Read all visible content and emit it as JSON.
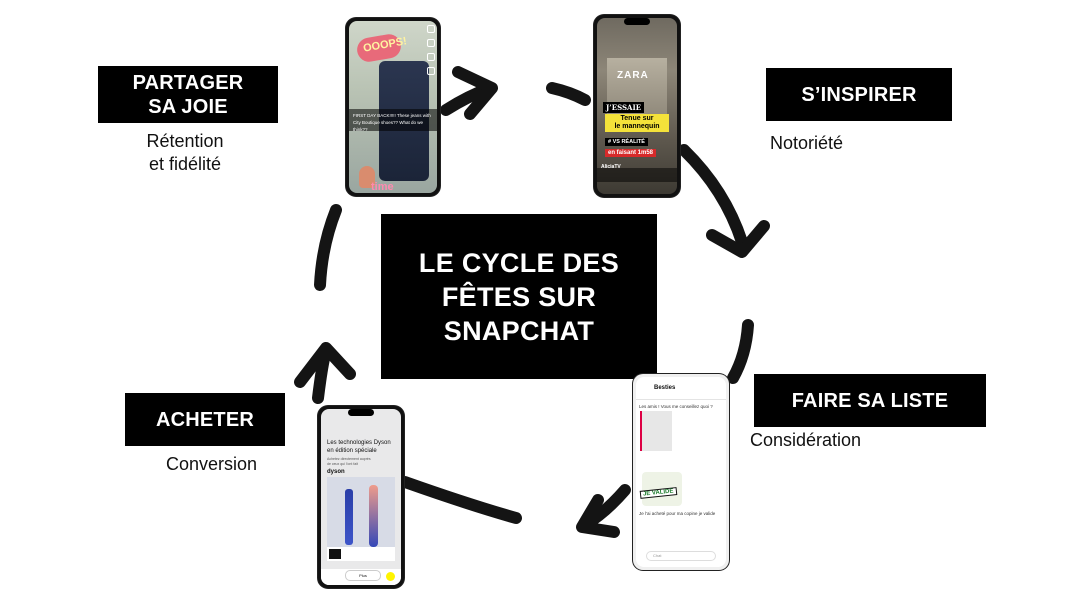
{
  "colors": {
    "background": "#ffffff",
    "box": "#000000",
    "box_text": "#ffffff",
    "arrow": "#141414"
  },
  "center": {
    "title": "LE CYCLE DES\nFÊTES SUR\nSNAPCHAT"
  },
  "stages": [
    {
      "id": "share",
      "label": "PARTAGER\nSA JOIE",
      "subtitle": "Rétention\net fidélité"
    },
    {
      "id": "inspire",
      "label": "S’INSPIRER",
      "subtitle": "Notoriété"
    },
    {
      "id": "list",
      "label": "FAIRE SA LISTE",
      "subtitle": "Considération"
    },
    {
      "id": "buy",
      "label": "ACHETER",
      "subtitle": "Conversion"
    }
  ],
  "phones": {
    "share": {
      "sticker": "OOOPS!",
      "caption": "FIRST DAY BACK!!!!! These jeans with City Boutique shoes?? What do we think??",
      "time_sticker": "time"
    },
    "inspire": {
      "store": "ZARA",
      "essaie": "J’ESSAIE",
      "tag": "Tenue sur\nle mannequin",
      "vs": "# VS RÉALITÉ",
      "red": "en faisant 1m58",
      "handle": "AliciaTV"
    },
    "list": {
      "chat_title": "Besties",
      "msg1": "Les amis ! Vous me conseillez quoi ?",
      "sticker": "JE VALIDE",
      "msg2": "Je l’ai acheté pour ma copine je valide",
      "input": "Chat"
    },
    "buy": {
      "title": "Les technologies Dyson\nen édition spéciale",
      "subtitle": "Achetez directement auprès\nde ceux qui l’ont fait",
      "brand": "dyson",
      "plus": "Plus"
    }
  },
  "icons": {
    "arrow": "curved-arrow-icon",
    "avatar": "bitmoji-avatar-icon"
  }
}
